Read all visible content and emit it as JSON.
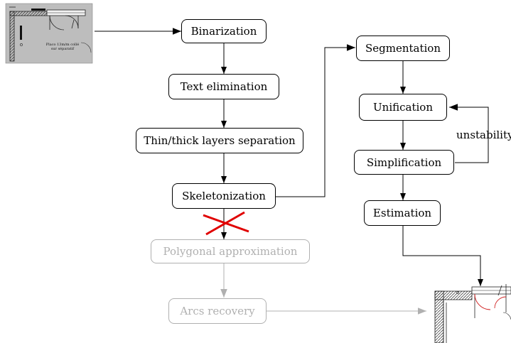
{
  "pipeline_left": [
    {
      "label": "Binarization"
    },
    {
      "label": "Text elimination"
    },
    {
      "label": "Thin/thick layers separation"
    },
    {
      "label": "Skeletonization"
    }
  ],
  "pipeline_disabled": [
    {
      "label": "Polygonal approximation"
    },
    {
      "label": "Arcs recovery"
    }
  ],
  "pipeline_right": [
    {
      "label": "Segmentation"
    },
    {
      "label": "Unification"
    },
    {
      "label": "Simplification"
    },
    {
      "label": "Estimation"
    }
  ],
  "loop_label": "unstability",
  "input_thumbnail": {
    "text_line_1": "Placo 13m/m collé",
    "text_line_2": "sur séparatif"
  },
  "colors": {
    "cross": "#e00000",
    "disabled": "#b0b0b0",
    "door_arcs": "#d02020"
  }
}
